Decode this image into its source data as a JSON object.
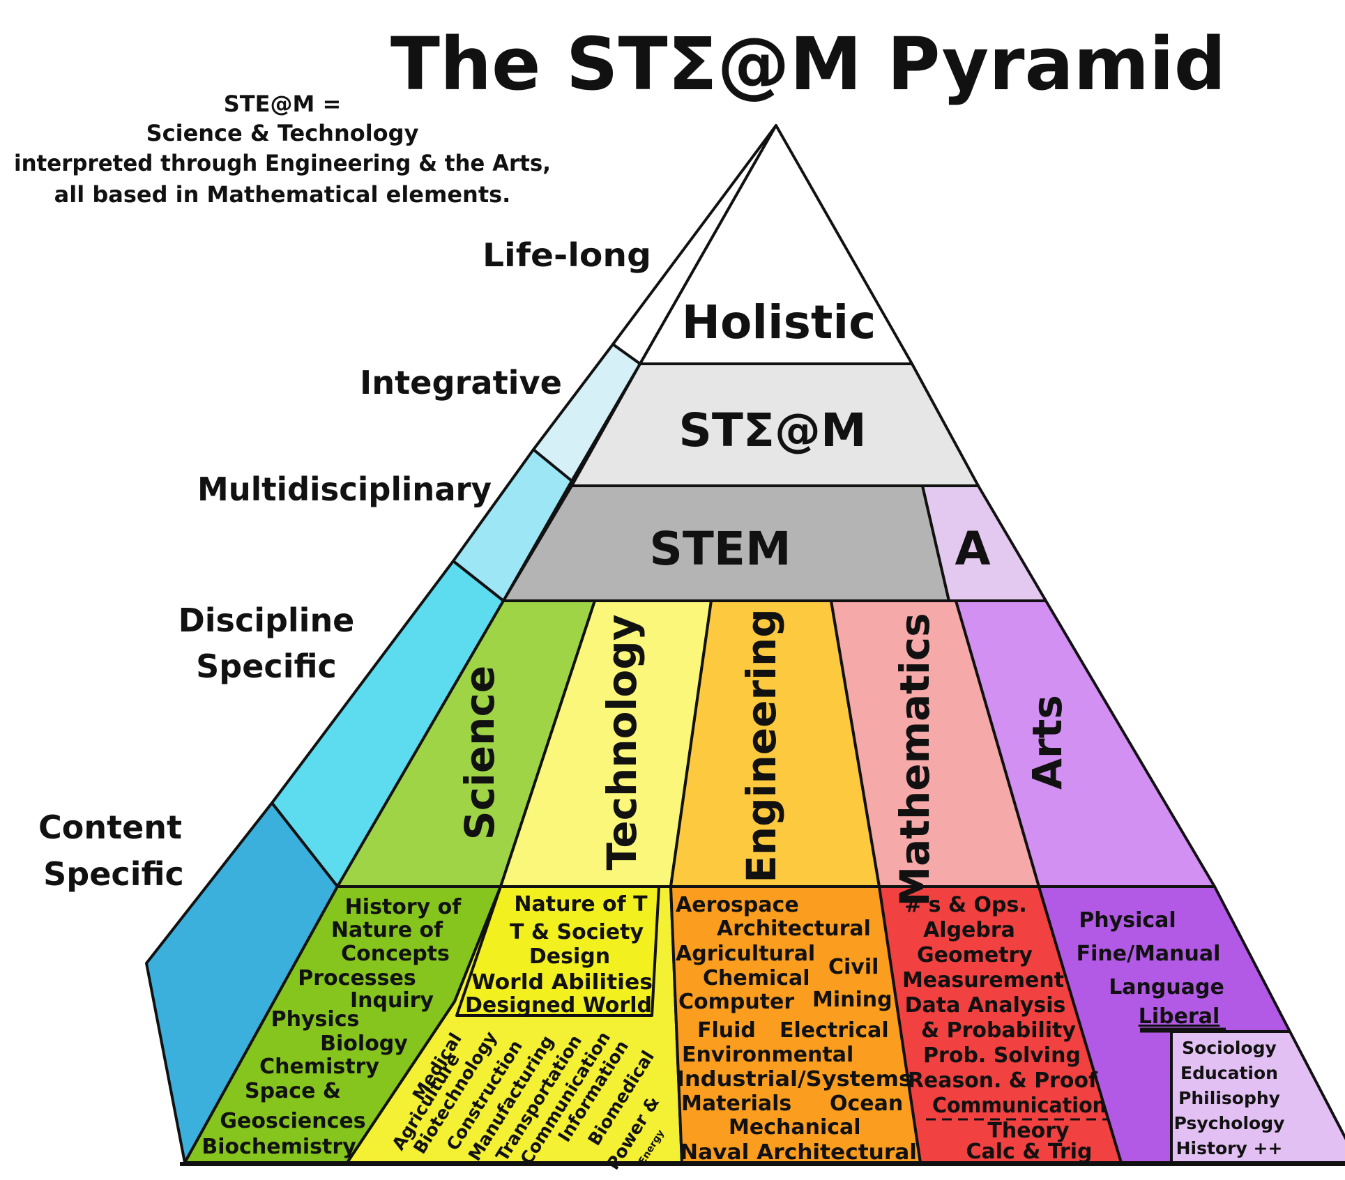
{
  "title": "The STΣ@M Pyramid",
  "definition": [
    "STE@M =",
    "Science & Technology",
    "interpreted through Engineering & the Arts,",
    "all based in Mathematical elements."
  ],
  "levels": {
    "lifelong": "Life-long",
    "integrative": "Integrative",
    "multidisciplinary": "Multidisciplinary",
    "discipline_specific": [
      "Discipline",
      "Specific"
    ],
    "content_specific": [
      "Content",
      "Specific"
    ]
  },
  "bands": {
    "holistic": "Holistic",
    "steam": "STΣ@M",
    "stem": "STEM",
    "a": "A"
  },
  "disciplines": {
    "science": "Science",
    "technology": "Technology",
    "engineering": "Engineering",
    "mathematics": "Mathematics",
    "arts": "Arts"
  },
  "content": {
    "science": [
      "History of",
      "Nature of",
      "Concepts",
      "Processes",
      "Inquiry",
      "Physics",
      "Biology",
      "Chemistry",
      "Space &",
      "Geosciences",
      "Biochemistry"
    ],
    "technology_box": [
      "Nature of T",
      "T & Society",
      "Design",
      "World Abilities",
      "Designed World"
    ],
    "technology_diagonal": [
      "Medical",
      "Agriculture",
      "Biotechnology",
      "Construction",
      "Manufacturing",
      "Transportation",
      "Communication",
      "Information",
      "Biomedical",
      "Power &",
      "Energy"
    ],
    "engineering": [
      "Aerospace",
      "Architectural",
      "Agricultural",
      "Civil",
      "Chemical",
      "Computer",
      "Mining",
      "Fluid",
      "Electrical",
      "Environmental",
      "Industrial/Systems",
      "Materials",
      "Ocean",
      "Mechanical",
      "Naval Architectural"
    ],
    "mathematics": [
      "#'s & Ops.",
      "Algebra",
      "Geometry",
      "Measurement",
      "Data Analysis",
      "& Probability",
      "Prob. Solving",
      "Reason. & Proof",
      "Communication",
      "Theory",
      "Calc & Trig"
    ],
    "arts": [
      "Physical",
      "Fine/Manual",
      "Language",
      "Liberal"
    ],
    "liberal": [
      "Sociology",
      "Education",
      "Philisophy",
      "Psychology",
      "History ++"
    ]
  },
  "colors": {
    "holistic": "#ffffff",
    "steam": "#e6e6e6",
    "stem": "#b4b4b4",
    "a_band": "#e3c8f0",
    "science": "#9fd446",
    "technology": "#fbf77a",
    "engineering": "#fdc93e",
    "mathematics": "#f5a9a8",
    "arts": "#d390f3",
    "science_content": "#86c51e",
    "technology_content": "#f4f134",
    "technology_box": "#f3f01f",
    "engineering_content": "#fb9e1f",
    "mathematics_content": "#f14141",
    "arts_content": "#b25ae6",
    "liberal_content": "#e2c0f3",
    "side_top": "#ffffff",
    "side_integrative": "#d5f1f7",
    "side_multi": "#9de6f6",
    "side_discipline": "#5ddcef",
    "side_content": "#3bb0dc",
    "stroke": "#111111"
  }
}
